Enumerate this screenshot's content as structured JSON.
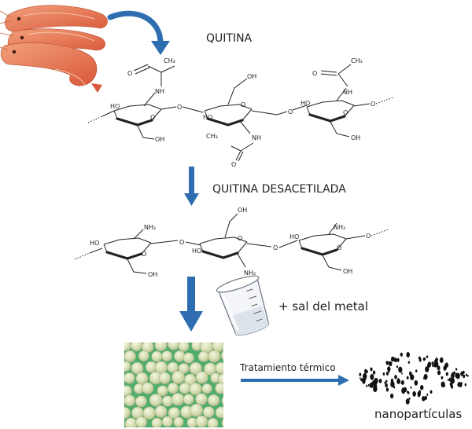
{
  "labels": {
    "chitin": "QUITINA",
    "deacetylated": "QUITINA DESACETILADA",
    "metal_salt": "+ sal del metal",
    "heat_treatment": "Tratamiento térmico",
    "nanoparticles": "nanopartículas"
  },
  "atoms": {
    "o": "O",
    "oh": "OH",
    "ho": "HO",
    "nh": "NH",
    "nh2": "NH₂",
    "ch3": "CH₃"
  },
  "colors": {
    "arrow": "#2d6db0",
    "arrow_dark": "#1f5493",
    "shrimp": "#e8734a",
    "beads_bg": "#4fae6e",
    "bead": "#d7e0b6",
    "text": "#222222"
  },
  "icons": {
    "shrimp": "shrimp-image",
    "beaker": "beaker-icon",
    "beads": "hydrogel-beads-image",
    "nanoparticles": "nanoparticle-cloud"
  }
}
